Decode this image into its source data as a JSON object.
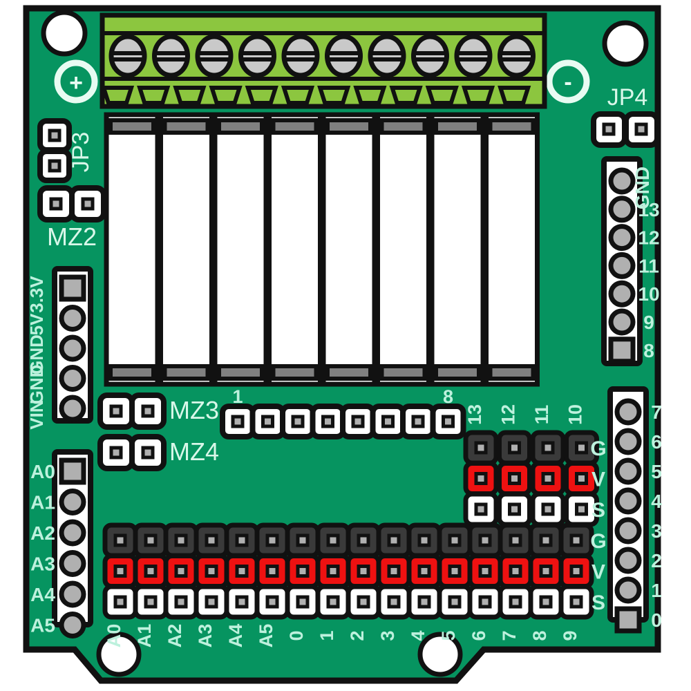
{
  "board": {
    "name": "8-channel-relay-shield-pcb",
    "pcb_color": "#069460",
    "outline_color": "#111111",
    "silkscreen_color": "#bdf1dd",
    "terminal_block_color": "#8cc63f",
    "terminal_block_dark": "#7cb342",
    "relay_body_color": "#ffffff",
    "relay_bar_color": "#808080",
    "pad_gnd_color": "#3a3a3a",
    "pad_vcc_color": "#ee1111",
    "pad_sig_color": "#ffffff",
    "pin_metal_color": "#b0b0b0"
  },
  "markings": {
    "polarity_plus": "+",
    "polarity_minus": "-",
    "jp3": "JP3",
    "jp4": "JP4",
    "mz2": "MZ2",
    "mz3": "MZ3",
    "mz4": "MZ4"
  },
  "terminal_block": {
    "name": "screw-terminal-block",
    "screw_count": 10,
    "wire_slot_count": 12
  },
  "relays": {
    "name": "relay-module-row",
    "count": 8
  },
  "power_header": {
    "name": "power-header",
    "labels": [
      "3.3V",
      "5V",
      "GND",
      "GND",
      "VIN"
    ],
    "pin_count": 5
  },
  "analog_header": {
    "name": "analog-header",
    "labels": [
      "A0",
      "A1",
      "A2",
      "A3",
      "A4",
      "A5"
    ],
    "pin_count": 6
  },
  "digital_header_top_right": {
    "name": "digital-header-upper-right",
    "labels": [
      "GND",
      "13",
      "12",
      "11",
      "10",
      "9",
      "8"
    ],
    "pin_count": 7
  },
  "digital_header_bottom_right": {
    "name": "digital-header-lower-right",
    "labels": [
      "7",
      "6",
      "5",
      "4",
      "3",
      "2",
      "1",
      "0"
    ],
    "pin_count": 8
  },
  "relay_control_header": {
    "name": "relay-control-header",
    "pin_count": 8,
    "first_label": "1",
    "last_label": "8"
  },
  "gvs_bottom": {
    "name": "gvs-block-bottom",
    "columns": [
      "A0",
      "A1",
      "A2",
      "A3",
      "A4",
      "A5",
      "0",
      "1",
      "2",
      "3",
      "4",
      "5",
      "6",
      "7",
      "8",
      "9"
    ],
    "rows": [
      "G",
      "V",
      "S"
    ]
  },
  "gvs_right": {
    "name": "gvs-block-right",
    "columns": [
      "13",
      "12",
      "11",
      "10"
    ],
    "rows": [
      "G",
      "V",
      "S"
    ]
  },
  "jumpers": {
    "jp3": {
      "name": "jp3-jumper",
      "pin_count": 2,
      "orientation": "vertical"
    },
    "jp4": {
      "name": "jp4-jumper",
      "pin_count": 2,
      "orientation": "horizontal"
    },
    "mz2": {
      "name": "mz2-jumper",
      "pin_count": 2,
      "orientation": "horizontal"
    },
    "mz3": {
      "name": "mz3-jumper",
      "pin_count": 2,
      "orientation": "horizontal"
    },
    "mz4": {
      "name": "mz4-jumper",
      "pin_count": 2,
      "orientation": "horizontal"
    }
  },
  "mounting_holes": {
    "name": "mounting-hole",
    "count": 4
  }
}
